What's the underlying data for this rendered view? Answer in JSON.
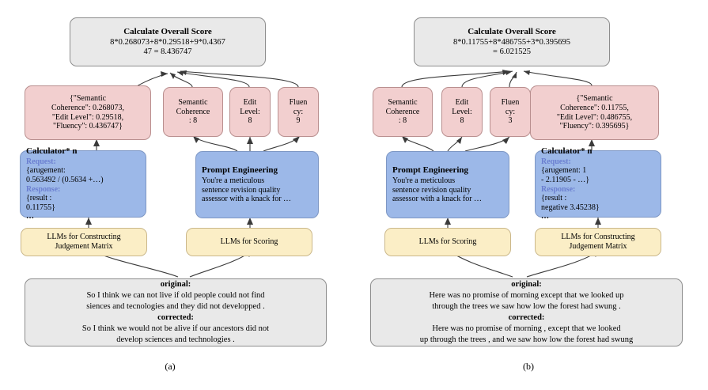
{
  "figure": {
    "caption_a": "(a)",
    "caption_b": "(b)"
  },
  "panel_a": {
    "overall": {
      "title": "Calculate Overall Score",
      "line1": "8*0.268073+8*0.29518+9*0.4367",
      "line2": "47 = 8.436747"
    },
    "matrix_json": {
      "line1": "{\"Semantic",
      "line2": "Coherence\": 0.268073,",
      "line3": "\"Edit Level\": 0.29518,",
      "line4": "\"Fluency\": 0.436747}"
    },
    "scores": [
      {
        "name": "semantic-coherence",
        "line1": "Semantic",
        "line2": "Coherence",
        "line3": ": 8"
      },
      {
        "name": "edit-level",
        "line1": "Edit",
        "line2": "Level:",
        "line3": "8"
      },
      {
        "name": "fluency",
        "line1": "Fluen",
        "line2": "cy:",
        "line3": "9"
      }
    ],
    "calculator": {
      "title": "Calculator* n",
      "request_label": "Request:",
      "request_text": " {arugement:",
      "request_text2": "0.563492 / (0.5634 +…)",
      "response_label": "Response:",
      "response_text": " {result :",
      "response_text2": "0.11755}",
      "ellipsis": " …"
    },
    "prompt": {
      "title": "Prompt Engineering",
      "line1": "You're a meticulous",
      "line2": "sentence revision quality",
      "line3": "assessor with a knack for …"
    },
    "llm_matrix": {
      "line1": "LLMs for Constructing",
      "line2": "Judgement Matrix"
    },
    "llm_scoring": {
      "line1": "LLMs for Scoring"
    },
    "sentence": {
      "original_label": "original:",
      "original_line1": " So I think we can not live if old people could not find",
      "original_line2": "siences and tecnologies and they did not developped .",
      "corrected_label": "corrected:",
      "corrected_line1": " So I think we would not be alive if our ancestors did not",
      "corrected_line2": "develop sciences and technologies ."
    }
  },
  "panel_b": {
    "overall": {
      "title": "Calculate Overall Score",
      "line1": "8*0.11755+8*486755+3*0.395695",
      "line2": "= 6.021525"
    },
    "matrix_json": {
      "line1": "{\"Semantic",
      "line2": "Coherence\": 0.11755,",
      "line3": "\"Edit Level\": 0.486755,",
      "line4": "\"Fluency\": 0.395695}"
    },
    "scores": [
      {
        "name": "semantic-coherence",
        "line1": "Semantic",
        "line2": "Coherence",
        "line3": ": 8"
      },
      {
        "name": "edit-level",
        "line1": "Edit",
        "line2": "Level:",
        "line3": "8"
      },
      {
        "name": "fluency",
        "line1": "Fluen",
        "line2": "cy:",
        "line3": "3"
      }
    ],
    "calculator": {
      "title": "Calculator* n",
      "request_label": "Request:",
      "request_text": " {arugement: 1",
      "request_text2": "- 2.11905 - …}",
      "response_label": "Response:",
      "response_text": " {result :",
      "response_text2": "negative 3.45238}",
      "ellipsis": " …"
    },
    "prompt": {
      "title": "Prompt Engineering",
      "line1": "You're a meticulous",
      "line2": "sentence revision quality",
      "line3": "assessor with a knack for …"
    },
    "llm_matrix": {
      "line1": "LLMs for Constructing",
      "line2": "Judgement Matrix"
    },
    "llm_scoring": {
      "line1": "LLMs for Scoring"
    },
    "sentence": {
      "original_label": "original:",
      "original_line1": " Here was no promise of morning except that we looked up",
      "original_line2": "through the trees we saw how low the forest had swung .",
      "corrected_label": "corrected:",
      "corrected_line1": " Here was no promise of morning , except that we looked",
      "corrected_line2": "up through the trees , and we saw how low the forest had swung"
    }
  },
  "colors": {
    "grey_box": "#e9e9e9",
    "pink_box": "#f2cfcf",
    "blue_box": "#9cb8e8",
    "yellow_box": "#fbeec6",
    "edge": "#3a3a3a",
    "label_blue": "#6b7fd0"
  }
}
